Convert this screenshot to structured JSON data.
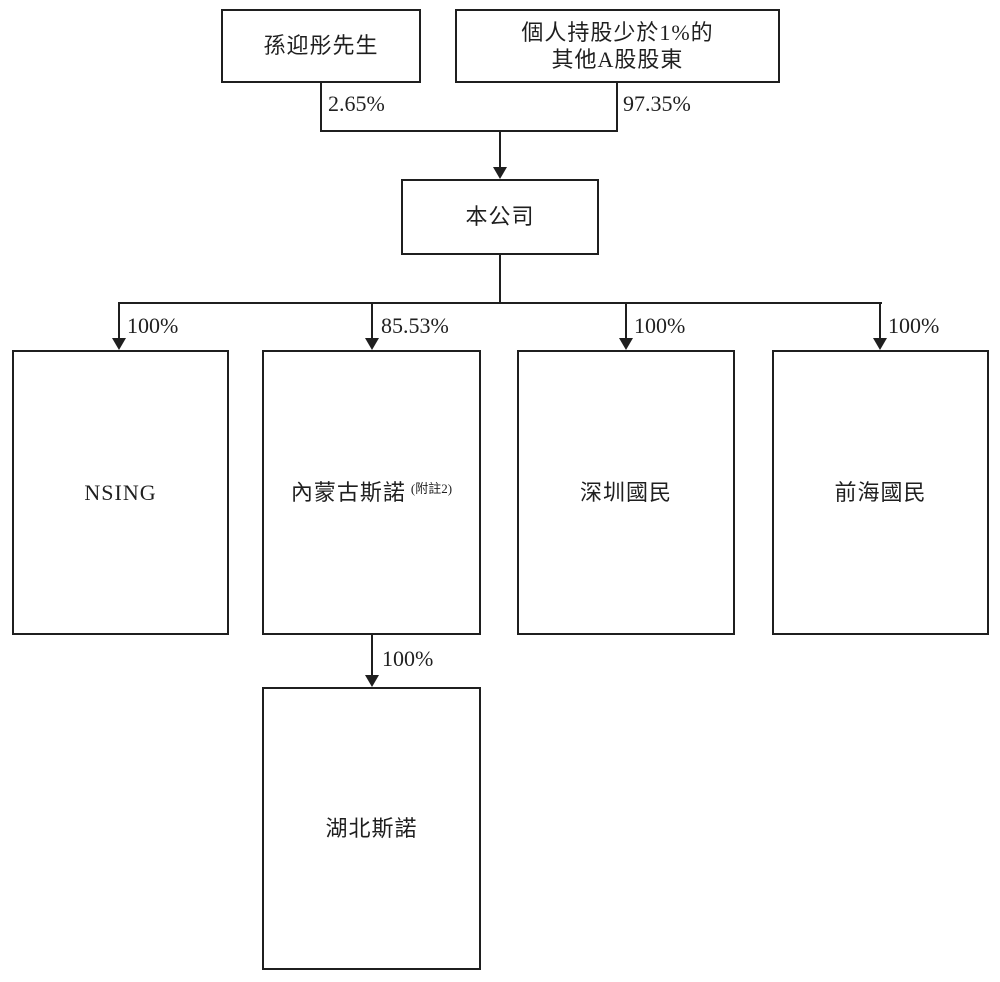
{
  "colors": {
    "line": "#1f1f1f",
    "background": "#ffffff"
  },
  "nodes": {
    "sun": {
      "label": "孫迎彤先生"
    },
    "public": {
      "label_line1": "個人持股少於1%的",
      "label_line2": "其他A股股東"
    },
    "company": {
      "label": "本公司"
    },
    "nsing": {
      "label": "NSING"
    },
    "inner_mongolia": {
      "label": "內蒙古斯諾",
      "note": "(附註2)"
    },
    "shenzhen": {
      "label": "深圳國民"
    },
    "qianhai": {
      "label": "前海國民"
    },
    "hubei": {
      "label": "湖北斯諾"
    }
  },
  "ownership": {
    "sun_to_company": "2.65%",
    "public_to_company": "97.35%",
    "company_to_nsing": "100%",
    "company_to_inner_mongolia": "85.53%",
    "company_to_shenzhen": "100%",
    "company_to_qianhai": "100%",
    "inner_mongolia_to_hubei": "100%"
  }
}
